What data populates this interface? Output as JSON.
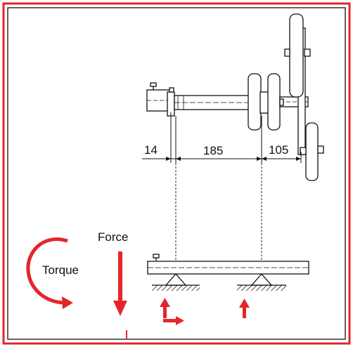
{
  "dimensions": {
    "left": "14",
    "middle": "185",
    "right": "105"
  },
  "labels": {
    "torque": "Torque",
    "force": "Force"
  },
  "colors": {
    "accent": "#e3262b",
    "frame": "#e3262b",
    "line": "#111111",
    "fill": "#ffffff"
  },
  "icons": {
    "torque_arrow": "curved-arrow-icon",
    "force_arrow": "down-arrow-icon",
    "reaction_arrow": "up-arrow-icon",
    "horizontal_arrow": "right-arrow-icon"
  }
}
